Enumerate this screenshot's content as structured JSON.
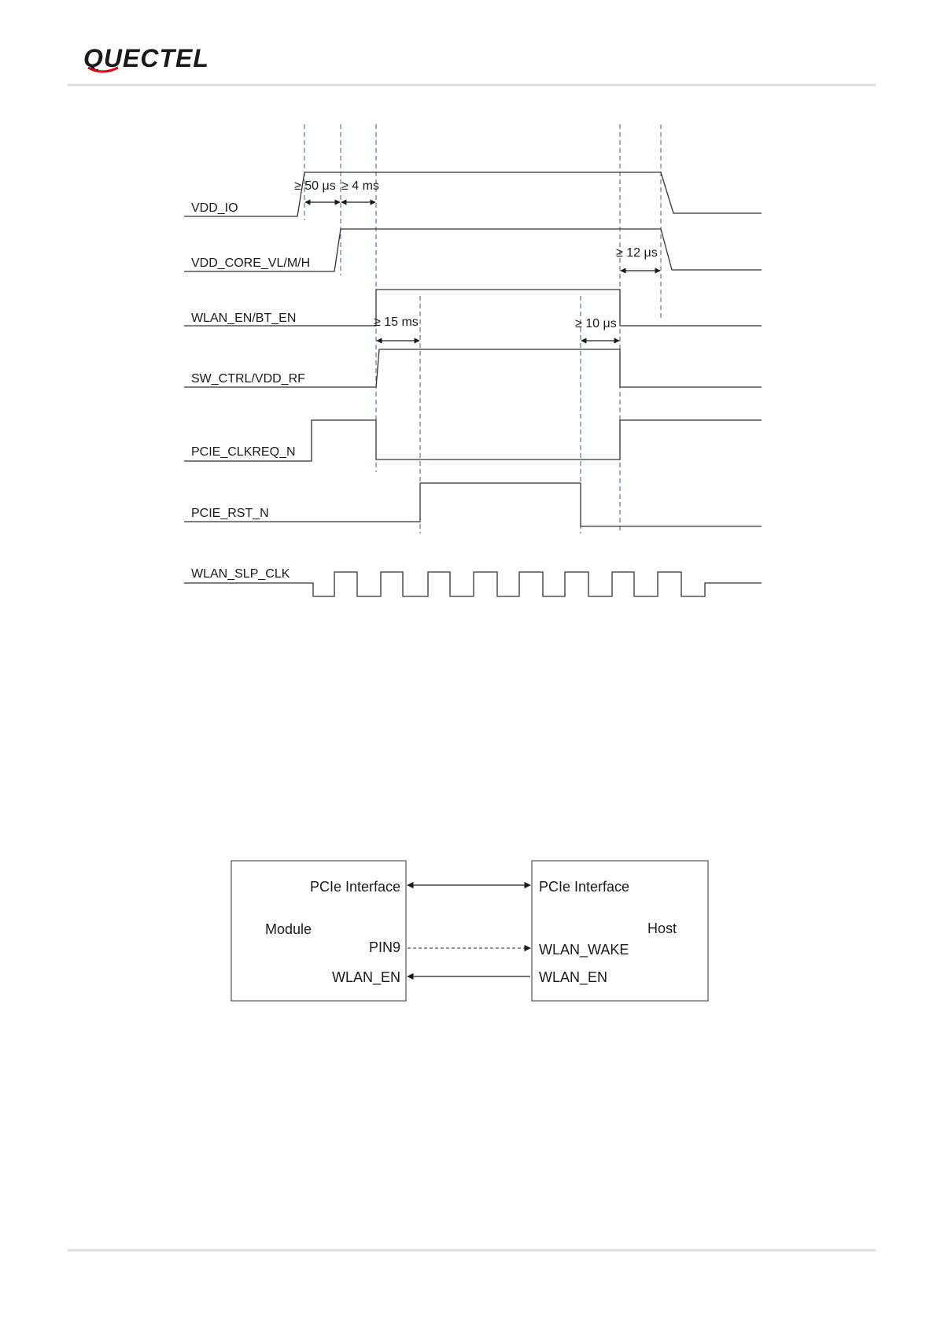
{
  "header": {
    "logo_text": "QUECTEL",
    "brand_red": "#d6001c"
  },
  "timing_diagram": {
    "signals": [
      "VDD_IO",
      "VDD_CORE_VL/M/H",
      "WLAN_EN/BT_EN",
      "SW_CTRL/VDD_RF",
      "PCIE_CLKREQ_N",
      "PCIE_RST_N",
      "WLAN_SLP_CLK"
    ],
    "timing_labels": {
      "t_io_core": "≥ 50 μs",
      "t_core_en": "≥ 4 ms",
      "t_en_rst": "≥ 15 ms",
      "t_rst_en": "≥ 10 μs",
      "t_en_core_off": "≥ 12 μs"
    }
  },
  "block_diagram": {
    "module_box": {
      "title": "Module",
      "pcie": "PCIe Interface",
      "pin9": "PIN9",
      "wlan_en": "WLAN_EN"
    },
    "host_box": {
      "title": "Host",
      "pcie": "PCIe Interface",
      "wlan_wake": "WLAN_WAKE",
      "wlan_en": "WLAN_EN"
    }
  }
}
